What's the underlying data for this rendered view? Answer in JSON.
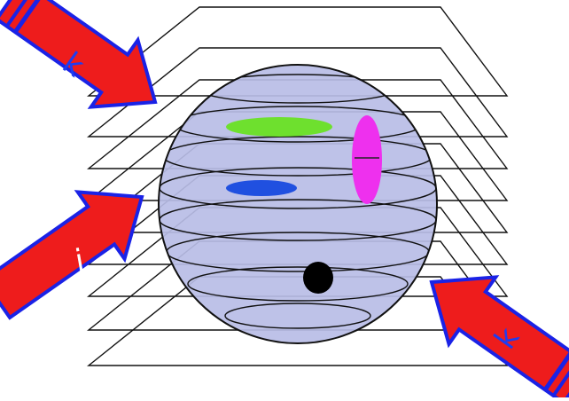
{
  "arrows": [
    {
      "label": "k",
      "label_color": "#1e3df0"
    },
    {
      "label": "j",
      "label_color": "#ffffff"
    },
    {
      "label": "k",
      "label_color": "#1e3df0"
    }
  ],
  "colors": {
    "arrow_fill": "#ee1c1c",
    "arrow_outline": "#1a22e6",
    "sphere_fill": "#b9bde6",
    "sphere_outline": "#111111",
    "slice_line": "#111111",
    "green_object": "#6ee02e",
    "blue_object": "#2050e0",
    "magenta_object": "#ee30ee",
    "black_object": "#000000"
  },
  "slice_count": 9
}
